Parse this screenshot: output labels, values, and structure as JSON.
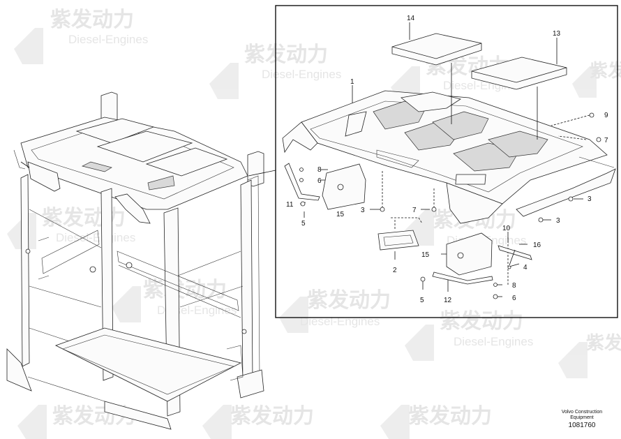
{
  "watermark": {
    "cn": "紫发动力",
    "en": "Diesel-Engines"
  },
  "callouts": [
    {
      "id": "c14",
      "num": "14"
    },
    {
      "id": "c13",
      "num": "13"
    },
    {
      "id": "c1",
      "num": "1"
    },
    {
      "id": "c9",
      "num": "9"
    },
    {
      "id": "c7a",
      "num": "7"
    },
    {
      "id": "c8a",
      "num": "8"
    },
    {
      "id": "c6a",
      "num": "6"
    },
    {
      "id": "c11",
      "num": "11"
    },
    {
      "id": "c15a",
      "num": "15"
    },
    {
      "id": "c3a",
      "num": "3"
    },
    {
      "id": "c7b",
      "num": "7"
    },
    {
      "id": "c3b",
      "num": "3"
    },
    {
      "id": "c3c",
      "num": "3"
    },
    {
      "id": "c5a",
      "num": "5"
    },
    {
      "id": "c10",
      "num": "10"
    },
    {
      "id": "c16",
      "num": "16"
    },
    {
      "id": "c2",
      "num": "2"
    },
    {
      "id": "c15b",
      "num": "15"
    },
    {
      "id": "c4",
      "num": "4"
    },
    {
      "id": "c8b",
      "num": "8"
    },
    {
      "id": "c5b",
      "num": "5"
    },
    {
      "id": "c12",
      "num": "12"
    },
    {
      "id": "c6b",
      "num": "6"
    }
  ],
  "footer": {
    "company": "Volvo Construction",
    "dept": "Equipment",
    "drawing_no": "1081760"
  }
}
